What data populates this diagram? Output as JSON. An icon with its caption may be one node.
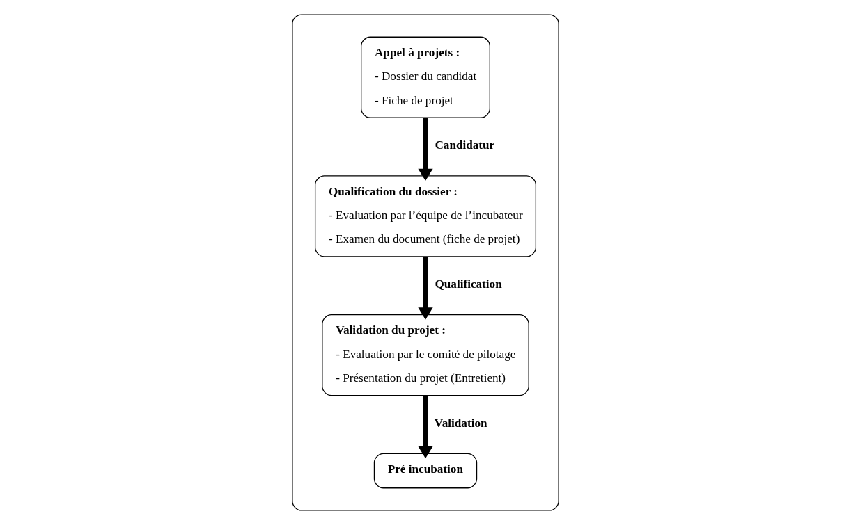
{
  "diagram": {
    "nodes": [
      {
        "text": [],
        "shape": "box"
      },
      {
        "text": [
          "Appel à projets :",
          "- Dossier du candidat",
          "- Fiche de projet"
        ],
        "in": 0
      },
      {
        "text": [
          "Qualification du dossier :",
          "- Evaluation par l’équipe de l’incubateur",
          "- Examen du document (fiche de projet)"
        ],
        "in": 0
      },
      {
        "text": [
          "Validation du projet :",
          "- Evaluation par le comité de pilotage",
          "- Présentation du projet (Entretient)"
        ],
        "in": 0
      },
      {
        "text": [
          "Pré incubation"
        ],
        "in": 0
      }
    ],
    "edges": [
      {
        "from": 1,
        "to": 2,
        "arrow": "to",
        "label": "Candidatur"
      },
      {
        "from": 2,
        "to": 3,
        "arrow": "to",
        "label": "Qualification"
      },
      {
        "from": 3,
        "to": 4,
        "arrow": "to",
        "label": "Validation"
      }
    ]
  }
}
